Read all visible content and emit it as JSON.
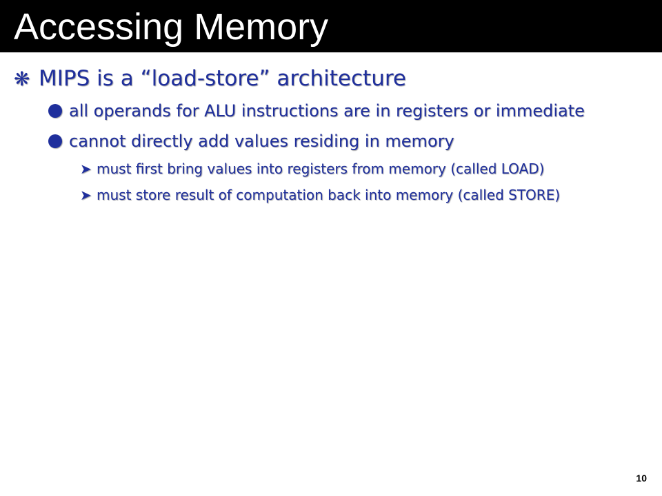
{
  "slide": {
    "title": "Accessing Memory",
    "page_number": "10",
    "bullets": [
      {
        "marker_icon": "asterisk-icon",
        "marker_glyph": "❋",
        "text": "MIPS is a “load-store” architecture",
        "children": [
          {
            "marker_icon": "filled-circle-icon",
            "text": "all operands for ALU instructions are in registers or immediate"
          },
          {
            "marker_icon": "filled-circle-icon",
            "text": "cannot directly add values residing in memory",
            "children": [
              {
                "marker_icon": "arrowhead-icon",
                "marker_glyph": "➤",
                "text": "must first bring values into registers from memory (called LOAD)"
              },
              {
                "marker_icon": "arrowhead-icon",
                "marker_glyph": "➤",
                "text": "must store result of computation back into memory (called STORE)"
              }
            ]
          }
        ]
      }
    ]
  },
  "colors": {
    "title_bar": "#000000",
    "title_text": "#ffffff",
    "bullet_text": "#1f2f9c",
    "background": "#ffffff"
  }
}
